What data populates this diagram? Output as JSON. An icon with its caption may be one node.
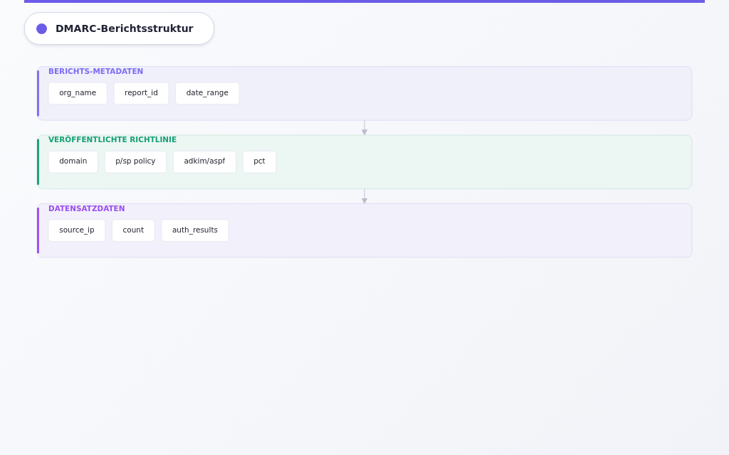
{
  "diagram": {
    "title": "DMARC-Berichtsstruktur",
    "nodes": [
      {
        "text": [
          "BERICHTS-METADATEN"
        ]
      },
      {
        "text": [
          "org_name"
        ],
        "in": 0
      },
      {
        "text": [
          "report_id"
        ],
        "in": 0
      },
      {
        "text": [
          "date_range"
        ],
        "in": 0
      },
      {
        "text": [
          "VERÖFFENTLICHTE RICHTLINIE"
        ]
      },
      {
        "text": [
          "domain"
        ],
        "in": 4
      },
      {
        "text": [
          "p/sp policy"
        ],
        "in": 4
      },
      {
        "text": [
          "adkim/aspf"
        ],
        "in": 4
      },
      {
        "text": [
          "pct"
        ],
        "in": 4
      },
      {
        "text": [
          "DATENSATZDATEN"
        ]
      },
      {
        "text": [
          "source_ip"
        ],
        "in": 9
      },
      {
        "text": [
          "count"
        ],
        "in": 9
      },
      {
        "text": [
          "auth_results"
        ],
        "in": 9
      }
    ],
    "edges": [
      {
        "from": 0,
        "to": 4,
        "arrow": "to"
      },
      {
        "from": 4,
        "to": 9,
        "arrow": "to"
      }
    ]
  }
}
